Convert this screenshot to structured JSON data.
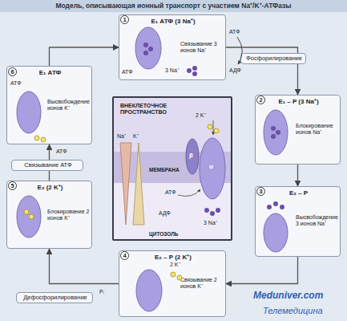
{
  "diagram": {
    "title": "Модель, описывающая ионный транспорт с участием Na⁺/K⁺-АТФазы",
    "nodes": [
      {
        "text": [
          "E₁ АТФ (3 Na⁺)",
          "Связывание 3 ионов Na⁺"
        ]
      },
      {
        "text": [
          "Фосфорилирование"
        ]
      },
      {
        "text": [
          "E₁ – P (3 Na⁺)",
          "Блокирование ионов Na⁺"
        ]
      },
      {
        "text": [
          "E₁ АТФ",
          "Высвобождение ионов K⁺"
        ]
      },
      {
        "text": [
          "ВНЕКЛЕТОЧНОЕ ПРОСТРАНСТВО",
          "МЕМБРАНА",
          "ЦИТОЗОЛЬ"
        ]
      },
      {
        "text": [
          "Связывание АТФ"
        ]
      },
      {
        "text": [
          "E₂ (2 K⁺)",
          "Блокирование 2 ионов K⁺"
        ]
      },
      {
        "text": [
          "E₂ – P",
          "Высвобождение 3 ионов Na⁺"
        ]
      },
      {
        "text": [
          "E₂ – P (2 K⁺)",
          "Связывание 2 ионов K⁺"
        ]
      },
      {
        "text": [
          "Дефосфорилирование"
        ]
      }
    ],
    "edges": [
      {
        "from": 0,
        "to": 2,
        "arrow": "to"
      },
      {
        "from": 2,
        "to": 7,
        "arrow": "to"
      },
      {
        "from": 7,
        "to": 8,
        "arrow": "to"
      },
      {
        "from": 8,
        "to": 6,
        "arrow": "to"
      },
      {
        "from": 6,
        "to": 3,
        "arrow": "to"
      },
      {
        "from": 3,
        "to": 0,
        "arrow": "to"
      }
    ],
    "labels": [
      "1",
      "2",
      "3",
      "4",
      "5",
      "6",
      "АТФ",
      "3 Na⁺",
      "АТФ",
      "АДФ",
      "АТФ",
      "АТФ",
      "2 K⁺",
      "Pᵢ",
      "Na⁺",
      "K⁺",
      "2 K⁺",
      "β",
      "α",
      "АТФ",
      "АДФ",
      "3 Na⁺",
      "Meduniver.com",
      "Телемедицина"
    ]
  }
}
